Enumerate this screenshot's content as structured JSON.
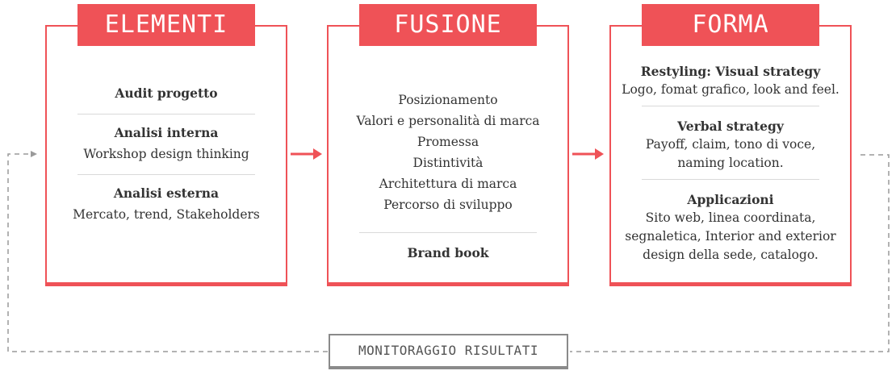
{
  "colors": {
    "accent": "#ef5257",
    "text": "#333333",
    "divider": "#d9d9d9",
    "loop": "#9a9a9a"
  },
  "columns": [
    {
      "title": "ELEMENTI",
      "sections": [
        {
          "head": "Audit progetto",
          "lines": []
        },
        {
          "head": "Analisi interna",
          "lines": [
            "Workshop design thinking"
          ]
        },
        {
          "head": "Analisi esterna",
          "lines": [
            "Mercato, trend, Stakeholders"
          ]
        }
      ]
    },
    {
      "title": "FUSIONE",
      "sections": [
        {
          "head": "",
          "lines": [
            "Posizionamento",
            "Valori e personalità di marca",
            "Promessa",
            "Distintività",
            "Architettura di marca",
            "Percorso di sviluppo"
          ]
        },
        {
          "head": "Brand book",
          "lines": []
        }
      ]
    },
    {
      "title": "FORMA",
      "sections": [
        {
          "head": "Restyling: Visual strategy",
          "lines": [
            "Logo, fomat grafico, look and feel."
          ]
        },
        {
          "head": "Verbal strategy",
          "lines": [
            "Payoff, claim, tono di voce,",
            "naming location."
          ]
        },
        {
          "head": "Applicazioni",
          "lines": [
            "Sito web, linea coordinata,",
            "segnaletica, Interior and exterior",
            "design della sede, catalogo."
          ]
        }
      ]
    }
  ],
  "monitor": {
    "label": "MONITORAGGIO RISULTATI"
  }
}
